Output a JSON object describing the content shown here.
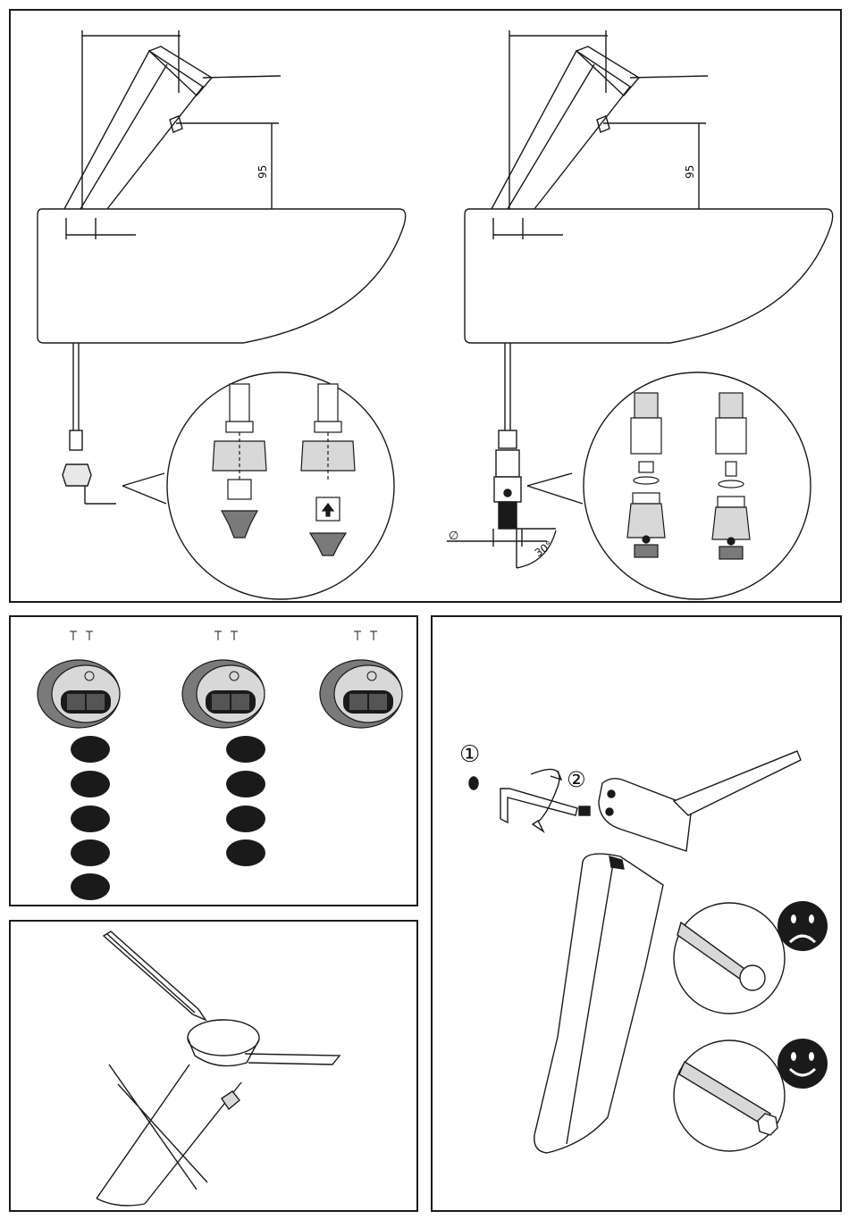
{
  "install_panel": {
    "dim_height_left": "95",
    "dim_height_right": "95",
    "diameter_symbol": "∅",
    "angle_label": "30°"
  },
  "adjust_panel": {
    "step1": "①",
    "step2": "②"
  },
  "colors": {
    "line": "#1a1a1a",
    "fill_dark": "#1a1a1a",
    "fill_grey": "#7a7a7a",
    "fill_light": "#d8d8d8",
    "background": "#ffffff"
  }
}
